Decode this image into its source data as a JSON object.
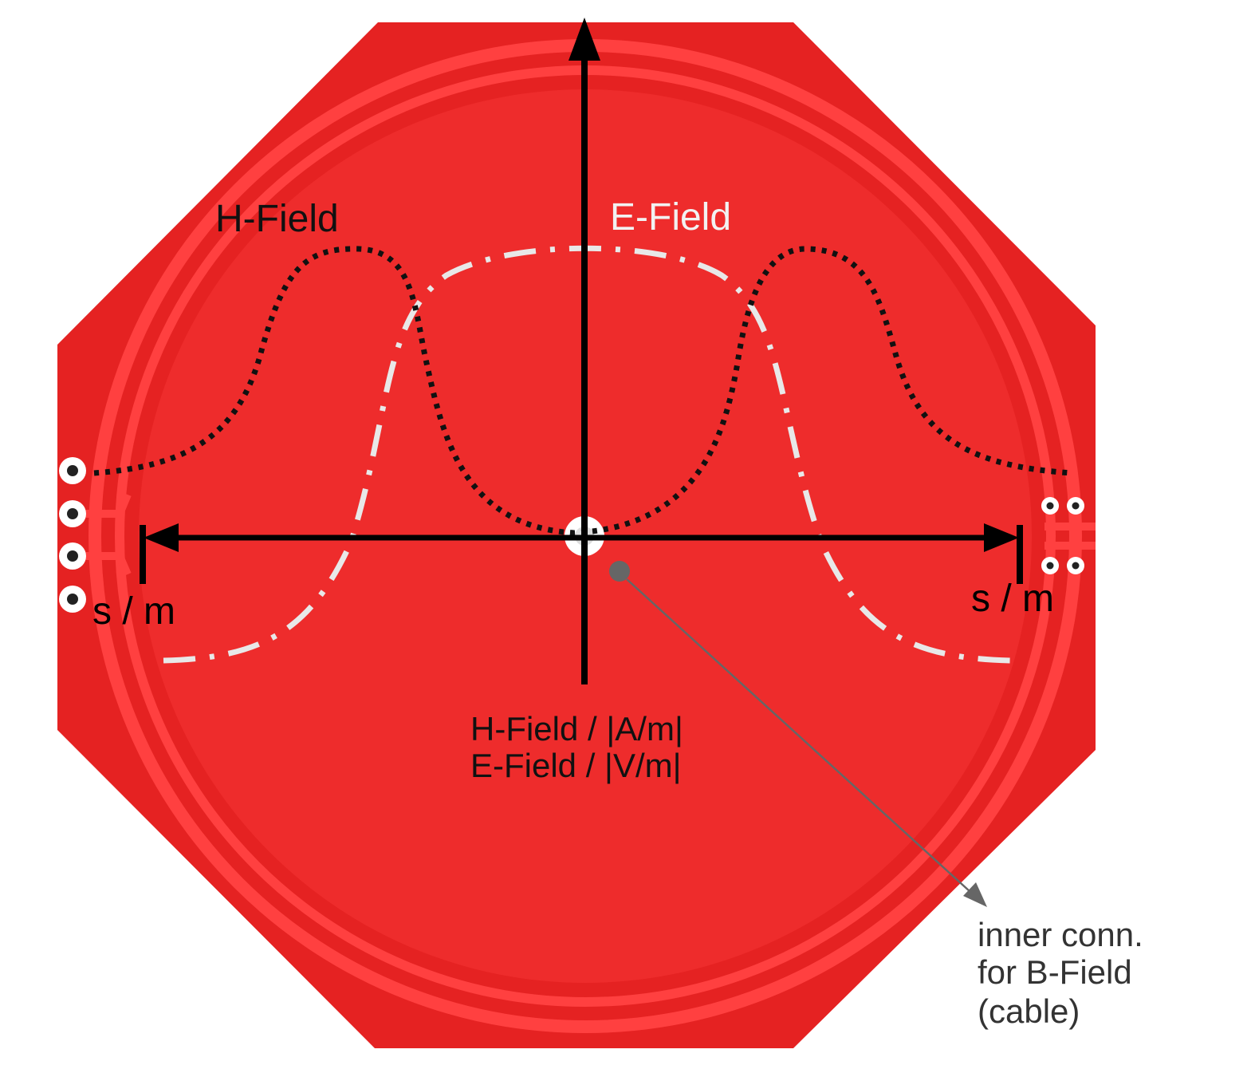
{
  "labels": {
    "h_field": "H-Field",
    "e_field": "E-Field",
    "x_unit_left": "s / m",
    "x_unit_right": "s / m",
    "y_axis_line1": "H-Field / |A/m|",
    "y_axis_line2": "E-Field / |V/m|",
    "callout_line1": "inner conn.",
    "callout_line2": "for B-Field",
    "callout_line3": "(cable)"
  },
  "colors": {
    "board": "#e52222",
    "board_inner": "#ee2c2c",
    "ring": "#ff4040",
    "axis": "#000000",
    "h_curve": "#111111",
    "e_curve": "#e8e8e8",
    "e_label": "#f2f2f2",
    "callout": "#666666",
    "callout_text": "#333333"
  },
  "legend": {
    "h_field_style": "dotted",
    "e_field_style": "dash-dot"
  }
}
